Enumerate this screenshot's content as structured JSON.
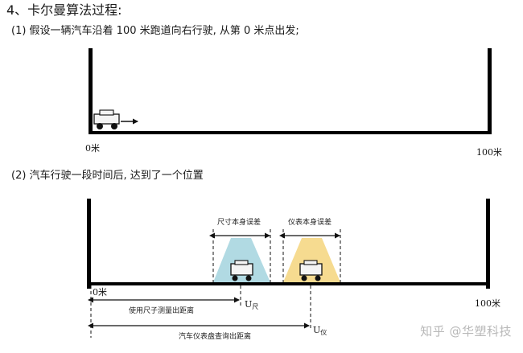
{
  "heading": "4、卡尔曼算法过程:",
  "step1": {
    "text": "(1) 假设一辆汽车沿着 100 米跑道向右行驶, 从第 0 米点出发;"
  },
  "step2": {
    "text": "(2) 汽车行驶一段时间后, 达到了一个位置"
  },
  "track1": {
    "start_label": "0米",
    "end_label": "100米"
  },
  "track2": {
    "start_label": "0米",
    "end_label": "100米",
    "ruler_error_label": "尺寸本身误差",
    "meter_error_label": "仪表本身误差",
    "ruler_distance_label": "使用尺子测量出距离",
    "meter_distance_label": "汽车仪表盘查询出距离",
    "u_ruler": "U",
    "u_ruler_sub": "尺",
    "u_meter": "U",
    "u_meter_sub": "仪"
  },
  "colors": {
    "ruler_cone": "#a9d6e0",
    "meter_cone": "#f6d98a",
    "car_body": "#f4f4f4"
  },
  "watermark": "知乎 @华塑科技"
}
